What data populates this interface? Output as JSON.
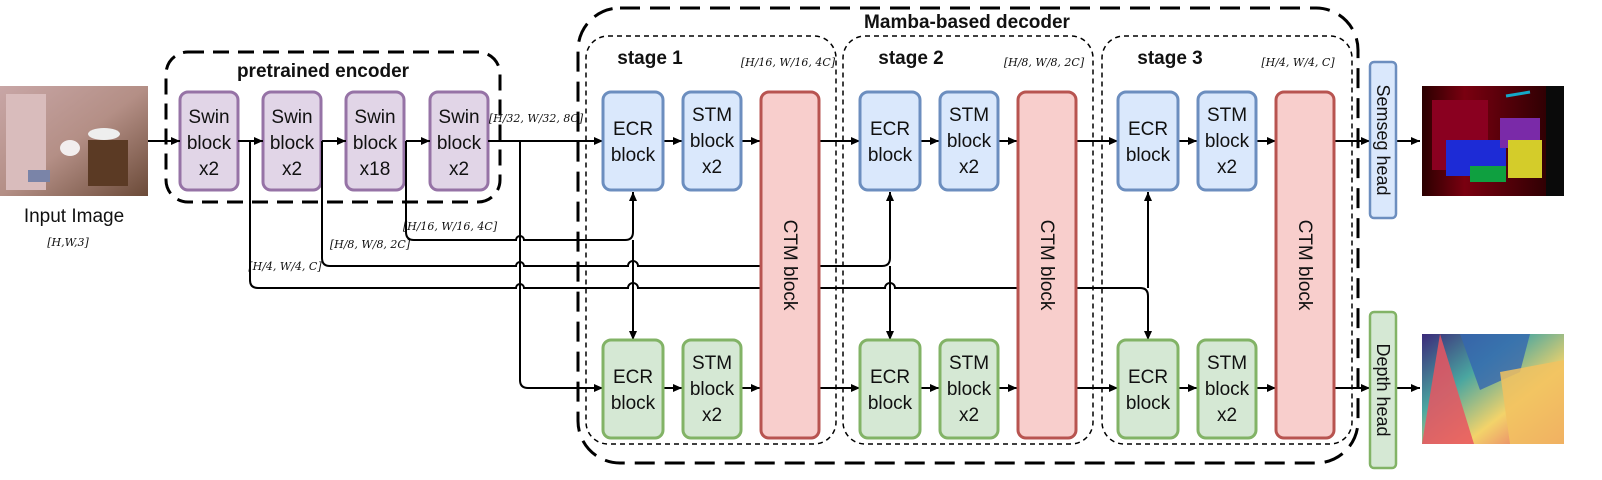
{
  "title": "Mamba-based decoder",
  "input": {
    "label": "Input Image",
    "shape": "[H,W,3]"
  },
  "encoder": {
    "title": "pretrained encoder",
    "blocks": [
      {
        "line1": "Swin",
        "line2": "block",
        "line3": "x2"
      },
      {
        "line1": "Swin",
        "line2": "block",
        "line3": "x2"
      },
      {
        "line1": "Swin",
        "line2": "block",
        "line3": "x18"
      },
      {
        "line1": "Swin",
        "line2": "block",
        "line3": "x2"
      }
    ]
  },
  "skip_shapes": {
    "s32": "[H/32, W/32, 8C]",
    "s16": "[H/16, W/16, 4C]",
    "s8": "[H/8, W/8, 2C]",
    "s4": "[H/4, W/4, C]"
  },
  "stages": [
    {
      "title": "stage 1",
      "shape": "[H/16, W/16, 4C]"
    },
    {
      "title": "stage 2",
      "shape": "[H/8, W/8, 2C]"
    },
    {
      "title": "stage 3",
      "shape": "[H/4, W/4, C]"
    }
  ],
  "ecr": {
    "line1": "ECR",
    "line2": "block"
  },
  "stm": {
    "line1": "STM",
    "line2": "block",
    "line3": "x2"
  },
  "ctm": "CTM block",
  "heads": {
    "seg": "Semseg head",
    "depth": "Depth head"
  },
  "colors": {
    "swin_fill": "#e1d5e7",
    "swin_stroke": "#9673a6",
    "ecr_fill": "#dae8fc",
    "ecr_stroke": "#6c8ebf",
    "green_fill": "#d5e8d4",
    "green_stroke": "#82b366",
    "ctm_fill": "#f8cecc",
    "ctm_stroke": "#b85450"
  }
}
